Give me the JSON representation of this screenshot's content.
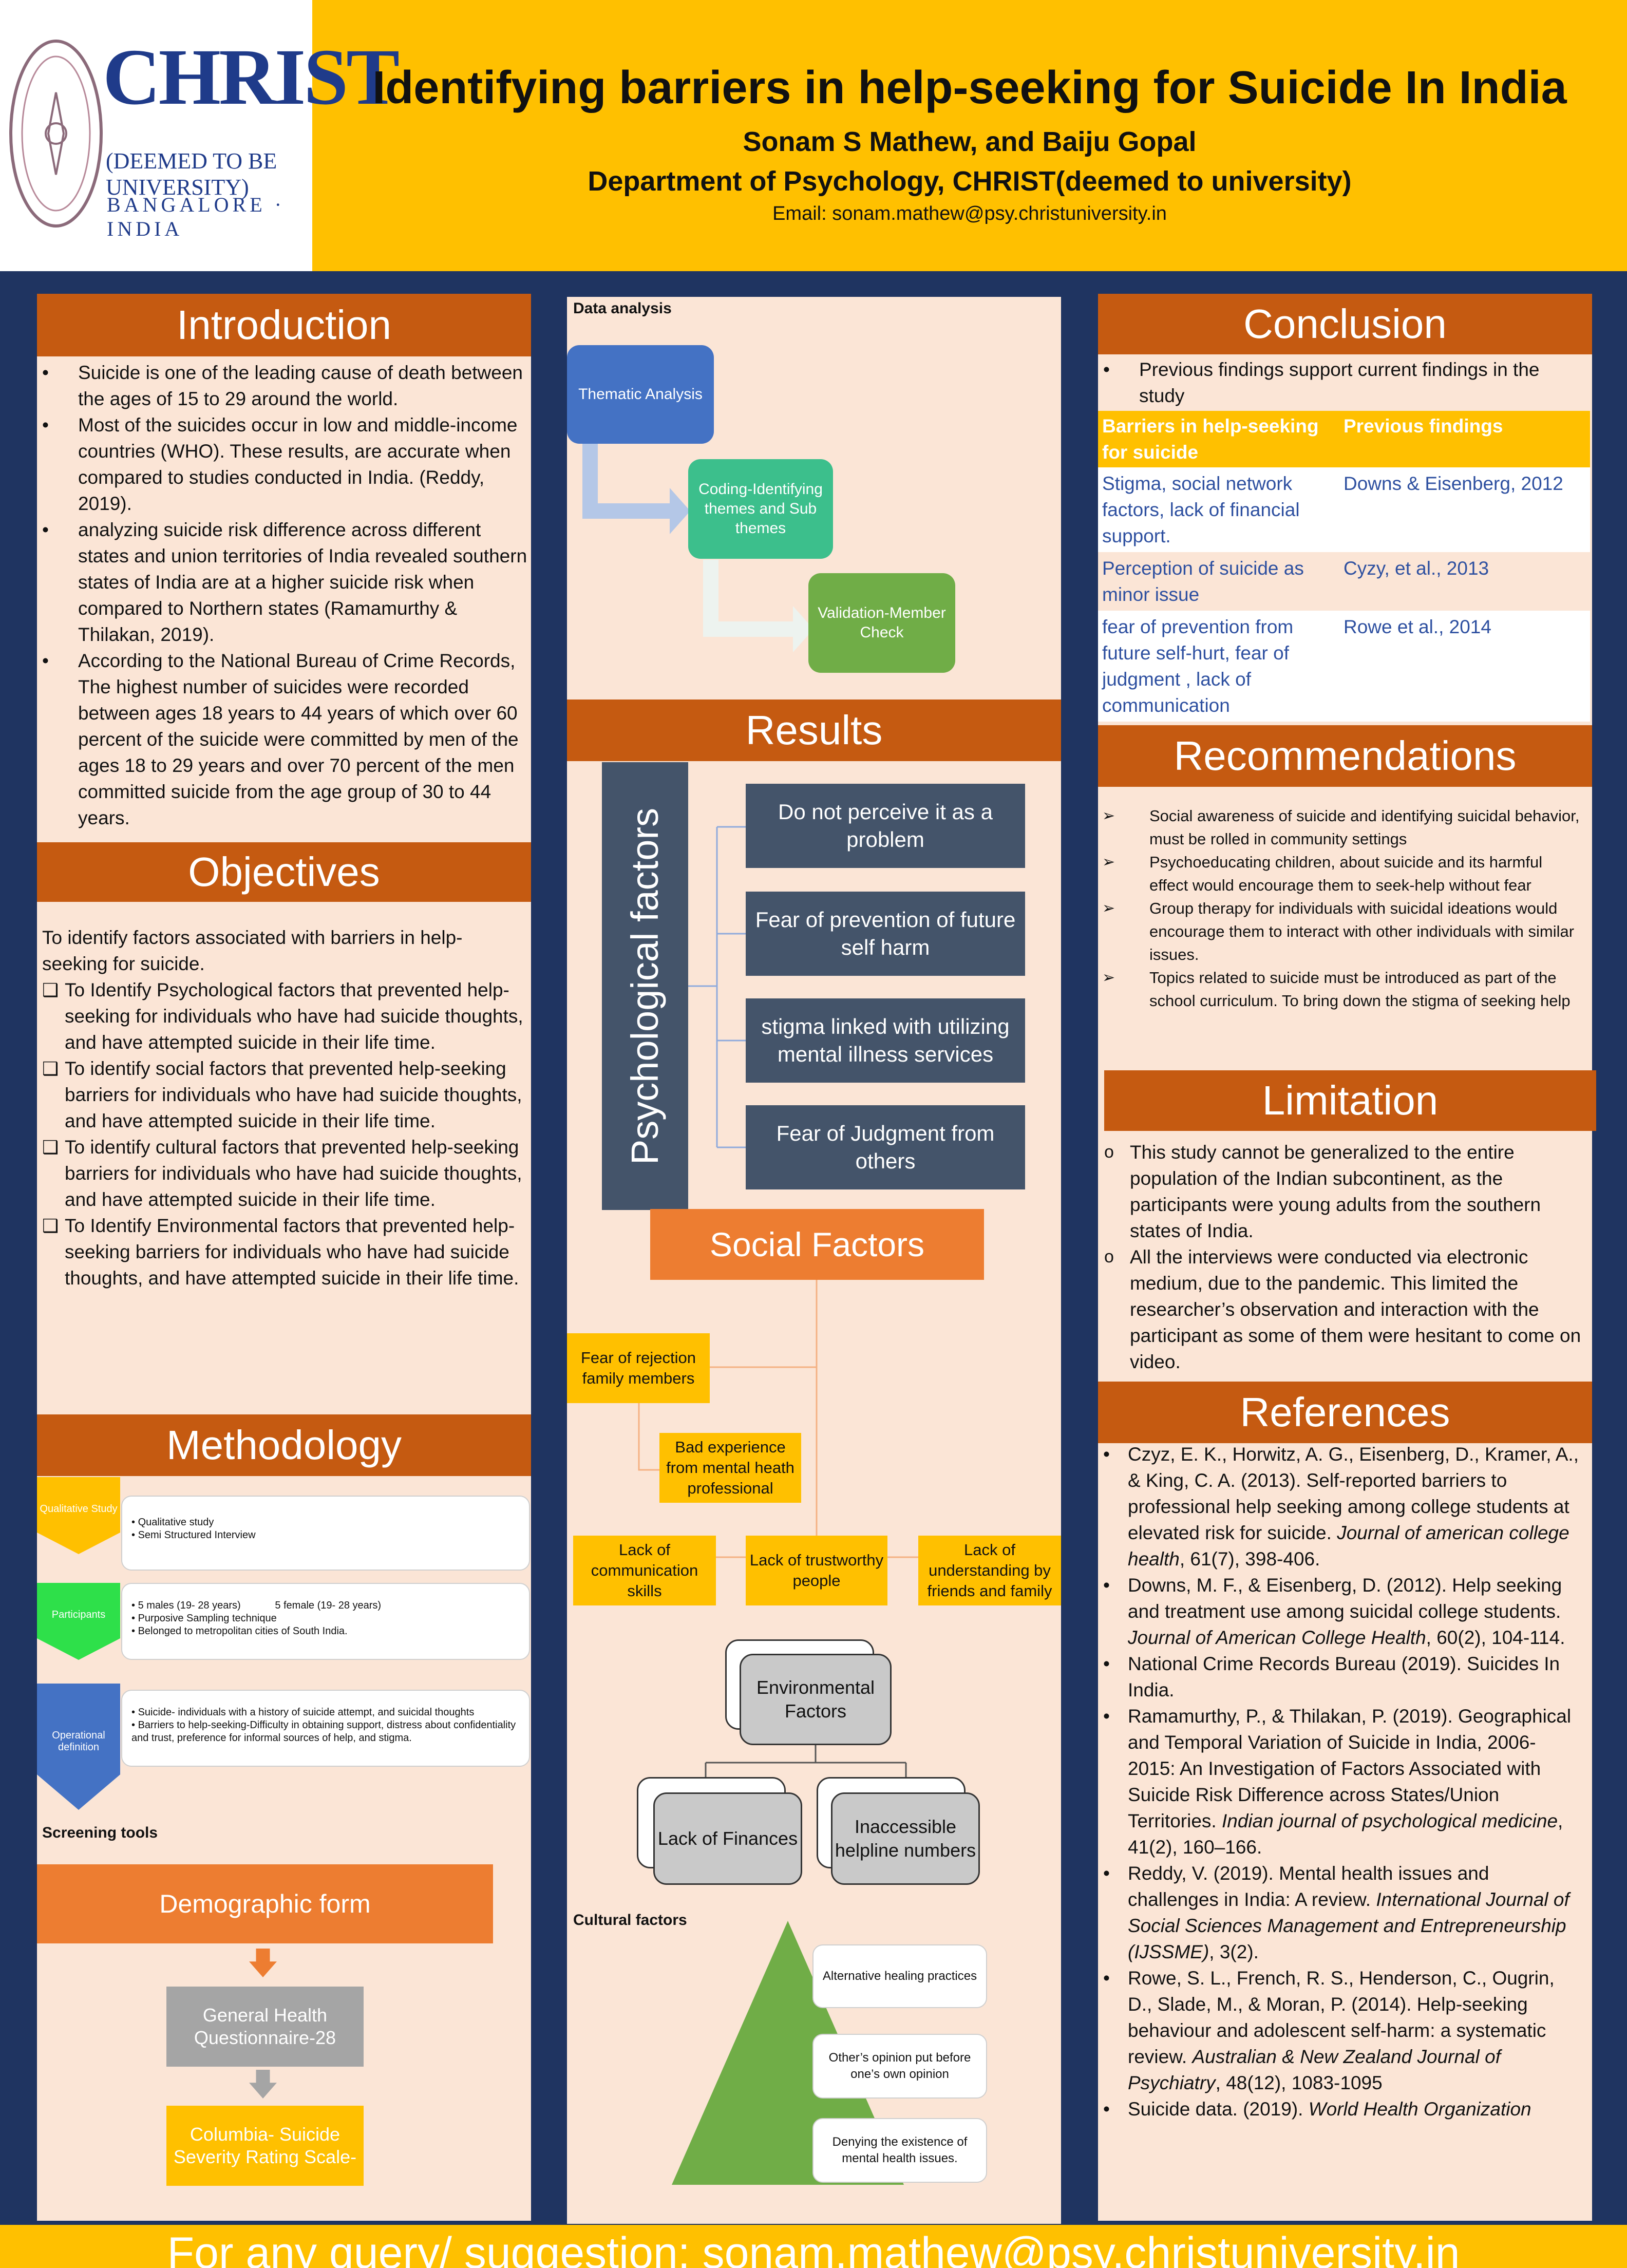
{
  "header": {
    "logo": {
      "word": "CHRIST",
      "sub1": "(DEEMED TO BE UNIVERSITY)",
      "sub2": "BANGALORE · INDIA",
      "seal_colors": [
        "#8b6a7a",
        "#b88a9a"
      ]
    },
    "title": "Identifying barriers in help-seeking for Suicide In India",
    "authors": "Sonam S Mathew, and Baiju Gopal",
    "department": "Department of Psychology, CHRIST(deemed to university)",
    "email": "Email: sonam.mathew@psy.christuniversity.in"
  },
  "introduction": {
    "heading": "Introduction",
    "points": [
      "Suicide is one of the leading cause of death between the ages of 15 to 29 around the world.",
      "Most of the suicides occur in low and middle-income countries (WHO). These results, are accurate when compared to studies conducted in India. (Reddy, 2019).",
      " analyzing suicide risk difference across different states and union territories of India revealed southern states of India are at a higher suicide risk when compared to Northern states (Ramamurthy & Thilakan, 2019).",
      "According to the National Bureau of Crime Records, The highest number of suicides were recorded between ages 18 years to 44 years of which over 60 percent of the suicide were committed by men of the ages 18 to 29 years and over 70 percent of the men committed suicide from the age group of 30 to 44 years."
    ]
  },
  "objectives": {
    "heading": "Objectives",
    "intro": "To identify factors associated with barriers in help-seeking for suicide.",
    "items": [
      "To Identify Psychological factors that prevented help-seeking for individuals who have had suicide thoughts, and have attempted suicide in their life time.",
      "To identify social factors that prevented help-seeking barriers for individuals who have had suicide thoughts, and have attempted suicide in their life time.",
      "To identify cultural factors that prevented help-seeking barriers for individuals who have had suicide thoughts, and have attempted suicide in their life time.",
      "To Identify Environmental factors that prevented help-seeking barriers for individuals who have had suicide thoughts, and have attempted suicide in their life time."
    ]
  },
  "methodology": {
    "heading": "Methodology",
    "steps": [
      {
        "label": "Qualitative Study",
        "color": "#ffc000",
        "lines": [
          "Qualitative study",
          "Semi Structured Interview"
        ]
      },
      {
        "label": "Participants",
        "color": "#2ee04a",
        "lines": [
          "5 males (19- 28 years)            5 female (19- 28 years)",
          "Purposive Sampling technique",
          "Belonged to metropolitan cities of South India."
        ]
      },
      {
        "label": "Operational definition",
        "color": "#4472c4",
        "lines": [
          "Suicide- individuals with a history of suicide attempt, and suicidal thoughts",
          "Barriers to help-seeking-Difficulty in obtaining support, distress about confidentiality and trust, preference for informal sources of help, and stigma."
        ]
      }
    ],
    "screening_label": "Screening tools",
    "tools": [
      "Demographic form",
      "General Health Questionnaire-28",
      "Columbia- Suicide Severity Rating Scale-"
    ]
  },
  "data_analysis": {
    "label": "Data analysis",
    "steps": [
      {
        "text": "Thematic Analysis",
        "color": "#4472c4"
      },
      {
        "text": "Coding-Identifying themes and Sub themes",
        "color": "#3cbf8c"
      },
      {
        "text": "Validation-Member Check",
        "color": "#70ad47"
      }
    ]
  },
  "results": {
    "heading": "Results",
    "psychological": {
      "label": "Psychological factors",
      "items": [
        "Do not perceive it as a problem",
        "Fear of prevention of future self harm",
        "stigma linked with utilizing mental illness services",
        "Fear of Judgment from others"
      ]
    },
    "social": {
      "label": "Social Factors",
      "items": [
        "Fear of rejection family members",
        "Bad experience from mental heath professional",
        "Lack of communication skills",
        "Lack of trustworthy people",
        "Lack of understanding by friends and family"
      ]
    },
    "environmental": {
      "label": "Environmental Factors",
      "items": [
        "Lack of Finances",
        "Inaccessible helpline numbers"
      ]
    },
    "cultural": {
      "label": "Cultural factors",
      "items": [
        "Alternative healing practices",
        "Other’s opinion put before one’s own opinion",
        "Denying the existence of mental health issues."
      ]
    }
  },
  "conclusion": {
    "heading": "Conclusion",
    "point": "Previous findings support current findings in the study",
    "table_headers": [
      "Barriers in help-seeking for suicide",
      "Previous findings"
    ],
    "rows": [
      [
        "Stigma, social network factors, lack of financial support.",
        "Downs & Eisenberg, 2012"
      ],
      [
        "Perception of suicide as minor issue",
        "Cyzy, et al., 2013"
      ],
      [
        "fear of prevention from future self-hurt, fear of judgment , lack of communication",
        "Rowe et al., 2014"
      ]
    ]
  },
  "recommendations": {
    "heading": "Recommendations",
    "points": [
      "Social awareness of suicide and identifying suicidal behavior, must be rolled in community settings",
      "Psychoeducating children, about suicide and its harmful effect would encourage them to seek-help without fear",
      "Group therapy for individuals with suicidal ideations would encourage them to interact with other individuals with similar issues.",
      "Topics related to suicide must be introduced as part of the school curriculum.  To bring down the stigma of seeking help"
    ]
  },
  "limitation": {
    "heading": "Limitation",
    "points": [
      "This study cannot be generalized to the entire population of the Indian subcontinent, as the participants were young adults from the southern states of India.",
      "All the interviews were conducted via electronic medium, due to the pandemic. This limited the researcher’s observation and interaction with the participant as some of them were hesitant to come on video."
    ]
  },
  "references": {
    "heading": "References",
    "items": [
      {
        "pre": "Czyz, E. K., Horwitz, A. G., Eisenberg, D., Kramer, A., & King, C. A. (2013). Self-reported barriers to professional help seeking among college students at elevated risk for suicide. ",
        "journal": "Journal of american college health",
        "post": ", 61(7), 398-406."
      },
      {
        "pre": "Downs, M. F., & Eisenberg, D. (2012). Help seeking and treatment use among suicidal college students. ",
        "journal": "Journal of American College Health",
        "post": ", 60(2), 104-114."
      },
      {
        "pre": "National Crime Records Bureau (2019). Suicides In India.",
        "journal": "",
        "post": ""
      },
      {
        "pre": "Ramamurthy, P., & Thilakan, P. (2019). Geographical and Temporal Variation of Suicide in India, 2006-2015: An Investigation of Factors Associated with Suicide Risk Difference across States/Union Territories. ",
        "journal": "Indian journal of psychological medicine",
        "post": ", 41(2), 160–166."
      },
      {
        "pre": "Reddy, V. (2019). Mental health issues and challenges in India: A review. ",
        "journal": "International Journal of Social Sciences Management and Entrepreneurship (IJSSME)",
        "post": ", 3(2)."
      },
      {
        "pre": "Rowe, S. L., French, R. S., Henderson, C., Ougrin, D., Slade, M., & Moran, P. (2014). Help-seeking behaviour and adolescent self-harm: a systematic review. ",
        "journal": "Australian & New Zealand Journal of Psychiatry",
        "post": ", 48(12), 1083-1095"
      },
      {
        "pre": "Suicide data. (2019). ",
        "journal": "World Health Organization",
        "post": ""
      }
    ]
  },
  "footer": "For any query/ suggestion: sonam.mathew@psy.christuniversity.in",
  "colors": {
    "accent": "#ffc000",
    "section": "#c55a11",
    "panel": "#fbe5d6",
    "background": "#1f3461"
  }
}
